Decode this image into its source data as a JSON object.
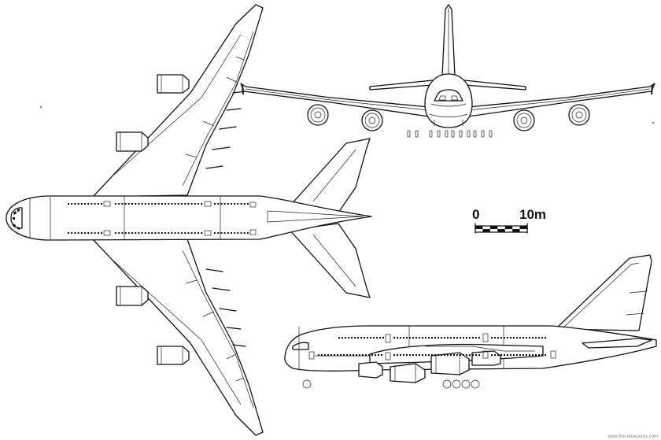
{
  "scale_bar": {
    "start_label": "0",
    "end_label": "10m",
    "segments": 7
  },
  "credit": "www.the-blueprints.com"
}
